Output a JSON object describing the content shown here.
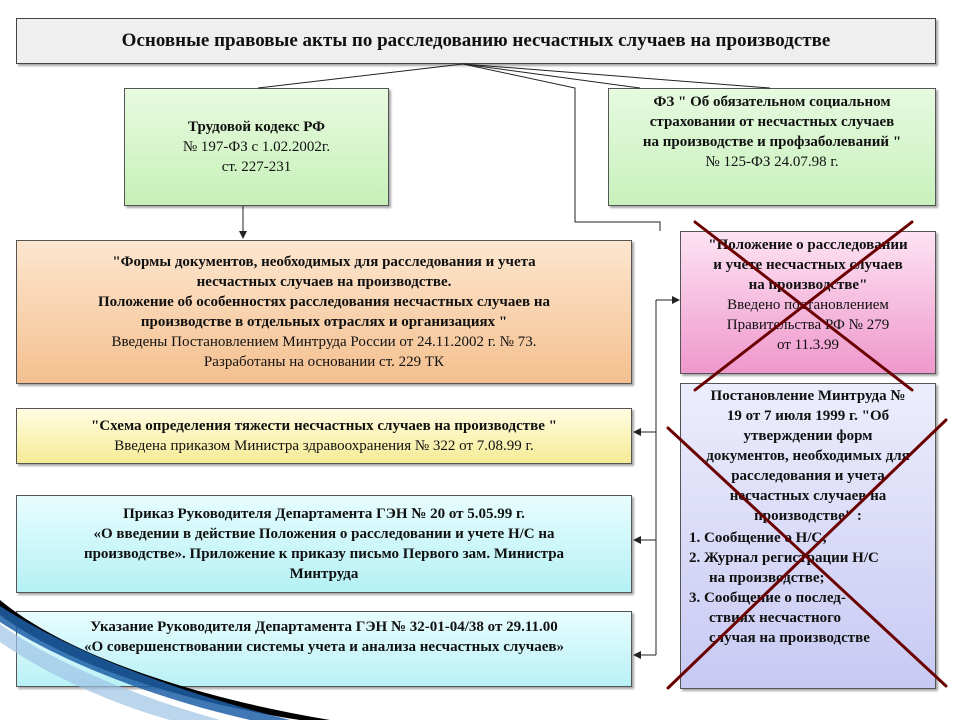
{
  "title": "Основные правовые акты по расследованию несчастных случаев на производстве",
  "labor_code": {
    "line1": "Трудовой кодекс РФ",
    "line2": "№ 197-ФЗ с 1.02.2002г.",
    "line3": "ст. 227-231"
  },
  "fz": {
    "line1": "ФЗ \" Об обязательном социальном",
    "line2": "страховании от несчастных случаев",
    "line3": "на производстве и профзаболеваний \"",
    "line4": "№ 125-ФЗ 24.07.98 г."
  },
  "forms": {
    "line1": "\"Формы документов, необходимых для расследования и учета",
    "line2": "несчастных случаев на производстве.",
    "line3": "Положение об особенностях расследования несчастных случаев на",
    "line4": "производстве в отдельных отраслях и организациях \"",
    "line5": "Введены Постановлением Минтруда России от 24.11.2002 г. № 73.",
    "line6": "Разработаны на основании ст. 229 ТК"
  },
  "schema": {
    "line1": "\"Схема определения тяжести несчастных случаев на производстве \"",
    "line2": "Введена приказом Министра здравоохранения № 322 от 7.08.99 г."
  },
  "prikaz": {
    "line1": "Приказ Руководителя Департамента ГЭН № 20 от 5.05.99 г.",
    "line2": "«О введении в действие Положения о расследовании и учете Н/С на",
    "line3": "производстве». Приложение к приказу письмо Первого зам. Министра",
    "line4": "Минтруда"
  },
  "ukaz": {
    "line1": "Указание Руководителя Департамента ГЭН № 32-01-04/38 от 29.11.00",
    "line2": "«О совершенствовании системы учета и анализа несчастных случаев»"
  },
  "polozhenie": {
    "line1": "\"Положение о расследовании",
    "line2": "и учете несчастных случаев",
    "line3": "на производстве\"",
    "line4": "Введено постановлением",
    "line5": "Правительства РФ № 279",
    "line6": "от 11.3.99"
  },
  "postanovlenie": {
    "line1": "Постановление Минтруда №",
    "line2": "19 от 7 июля 1999 г. \"Об",
    "line3": "утверждении форм",
    "line4": "документов, необходимых для",
    "line5": "расследования и учета",
    "line6": "несчастных случаев на",
    "line7": "производстве\" :",
    "items": [
      {
        "l1": "1. Сообщение о Н/С;",
        "l2": ""
      },
      {
        "l1": "2. Журнал регистрации Н/С",
        "l2": "на производстве;"
      },
      {
        "l1": "3. Сообщение о послед-",
        "l2": "ствиях несчастного",
        "l3": "случая на производстве"
      }
    ]
  },
  "colors": {
    "cross": "#6b0000",
    "connector": "#222222",
    "corner_blue": "#1f5fa8"
  }
}
